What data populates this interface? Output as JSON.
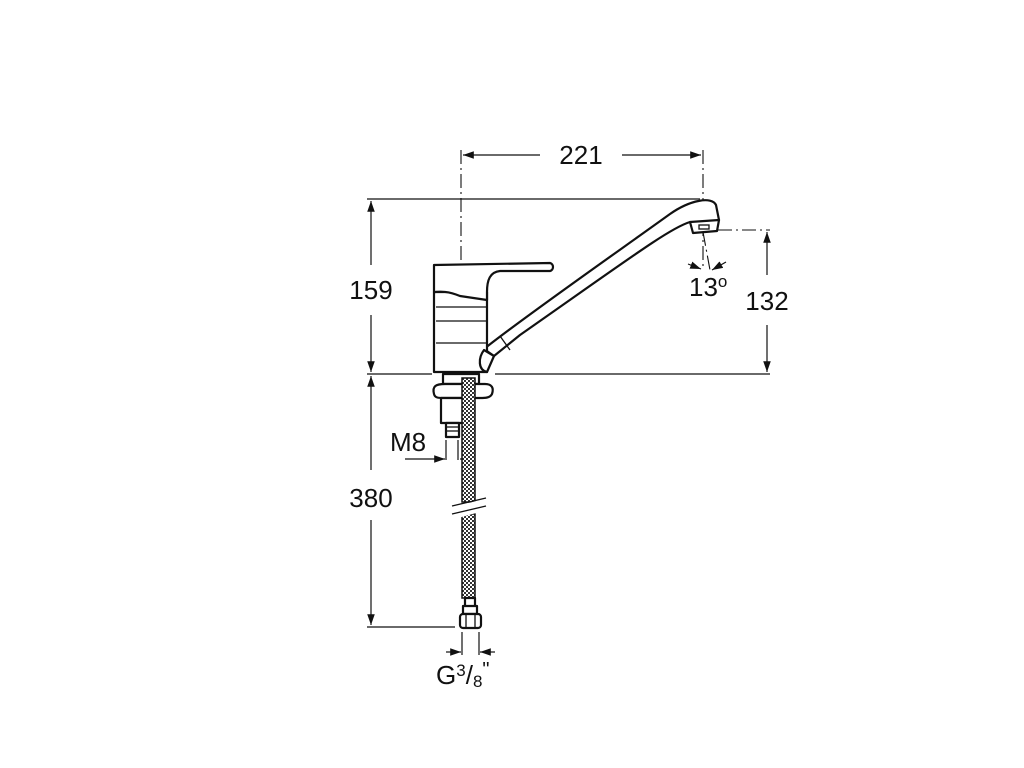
{
  "drawing": {
    "subject": "single-lever kitchen faucet technical drawing",
    "dimensions": {
      "spout_reach": "221",
      "total_height": "159",
      "spout_outlet_height": "132",
      "hose_length": "380",
      "spout_angle_value": "13",
      "spout_angle_unit": "o",
      "stud_thread": "M8",
      "hose_connection_prefix": "G",
      "hose_connection_num": "3",
      "hose_connection_slash": "/",
      "hose_connection_den": "8",
      "hose_connection_suffix": "\""
    },
    "colors": {
      "line": "#111111",
      "background": "#ffffff"
    }
  }
}
